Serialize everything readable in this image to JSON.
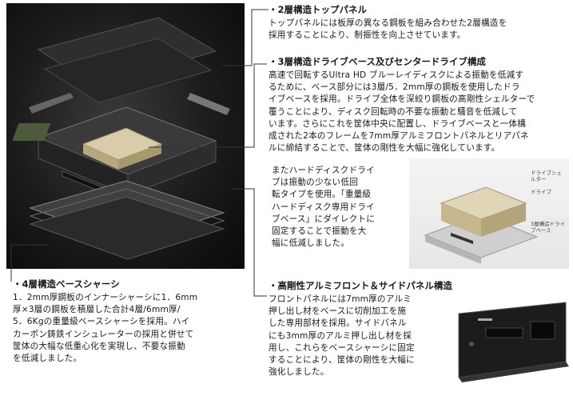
{
  "sections": [
    {
      "title": "・2層構造トップパネル",
      "lines": [
        "トップパネルには板厚の異なる鋼板を組み合わせた2層構造を",
        "採用することにより、制振性を向上させています。"
      ]
    },
    {
      "title": "・3層構造ドライブベース及びセンタードライブ構成",
      "lines": [
        "高速で回転するUltra HD ブルーレイディスクによる振動を低減す",
        "るために、ベース部分には3層/5．2mm厚の鋼板を使用したドラ",
        "イブベースを採用。ドライブ全体を深絞り鋼板の高剛性シェルターで",
        "覆うことにより、ディスク回転時の不要な振動と騒音を低減して",
        "います。さらにこれを筐体中央に配置し、ドライブベースと一体構",
        "成された2本のフレームを7mm厚アルミフロントパネルとリアパネ",
        "ルに締結することで、筐体の剛性を大幅に強化しています。"
      ],
      "extra_lines": [
        "またハードディスクドライ",
        "ブは振動の少ない低回",
        "転タイプを使用。「重量級",
        "ハードディスク専用ドライ",
        "ブベース」にダイレクトに",
        "固定することで振動を大",
        "幅に低減しました。"
      ]
    },
    {
      "title": "・4層構造ベースシャーシ",
      "lines": [
        "1．2mm厚鋼板のインナーシャーシに1．6mm",
        "厚×3層の鋼板を積層した合計4層/6mm厚/",
        "5．6Kgの重量級ベースシャーシを採用。ハイ",
        "カーボン鋳鉄インシュレーターの採用と併せて",
        "筐体の大幅な低重心化を実現し、不要な振動",
        "を低減しました。"
      ]
    },
    {
      "title": "・高剛性アルミフロント＆サイドパネル構造",
      "lines": [
        "フロントパネルには7mm厚のアルミ",
        "押し出し材をベースに切削加工を施",
        "した専用部材を採用。サイドパネル",
        "にも3mm厚のアルミ押し出し材を採",
        "用し、これらをベースシャーシに固定",
        "することにより、筐体の剛性を大幅に",
        "強化しました。"
      ]
    }
  ],
  "photo_labels": {
    "drive_shelter": "ドライブシェルター",
    "drive": "ドライブ",
    "drive_base": "3層構造ドライブベース"
  },
  "colors": {
    "hero_bg": "#1b1b1b",
    "text": "#1a1a1a",
    "accent_gold": "#c9b88a"
  }
}
